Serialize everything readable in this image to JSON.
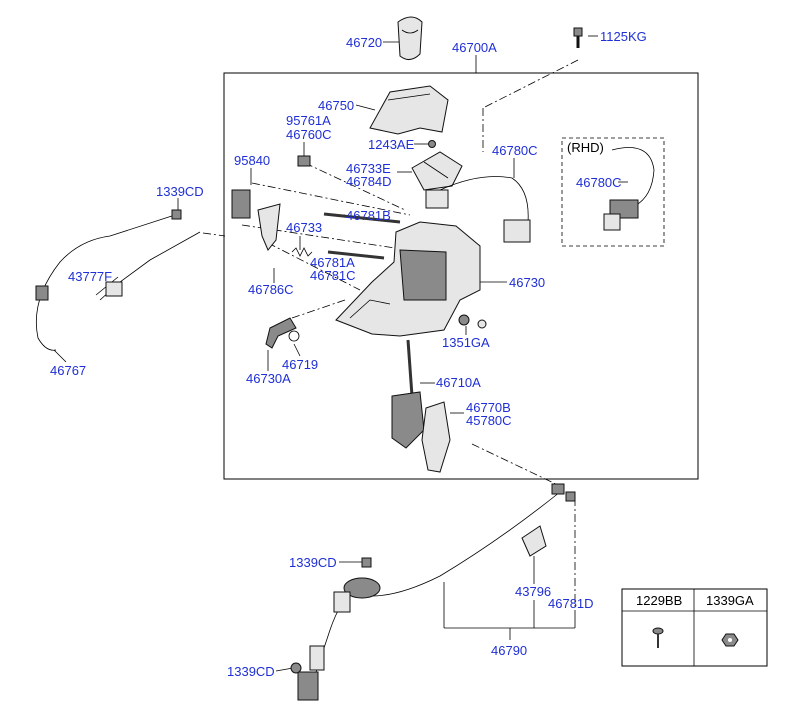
{
  "parts": {
    "p46720": "46720",
    "p46700A": "46700A",
    "p1125KG": "1125KG",
    "p46750": "46750",
    "p95761A": "95761A",
    "p46760C": "46760C",
    "p1243AE": "1243AE",
    "p46780C_top": "46780C",
    "rhd": "(RHD)",
    "p46780C_rhd": "46780C",
    "p95840": "95840",
    "p46733E": "46733E",
    "p46784D": "46784D",
    "p1339CD_left": "1339CD",
    "p46781B": "46781B",
    "p46733": "46733",
    "p46781A": "46781A",
    "p46781C": "46781C",
    "p43777F": "43777F",
    "p46786C": "46786C",
    "p46730": "46730",
    "p1351GA": "1351GA",
    "p46767": "46767",
    "p46719": "46719",
    "p46730A": "46730A",
    "p46710A": "46710A",
    "p46770B": "46770B",
    "p45780C": "45780C",
    "p1339CD_mid": "1339CD",
    "p43796": "43796",
    "p46781D": "46781D",
    "p46790": "46790",
    "p1339CD_bot": "1339CD"
  },
  "legend_table": {
    "col1_header": "1229BB",
    "col2_header": "1339GA"
  }
}
